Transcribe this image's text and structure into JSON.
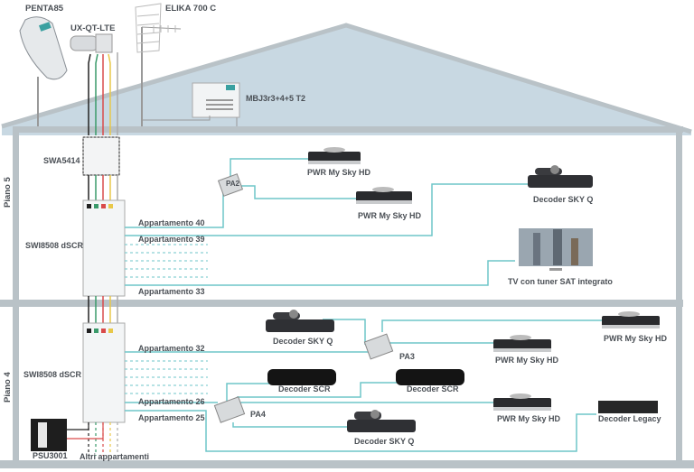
{
  "colors": {
    "roof_fill": "#c8d8e2",
    "wall": "#b9c2c7",
    "cable": "#6ec6c9",
    "coax_black": "#222222",
    "coax_green": "#3a9a6a",
    "coax_red": "#d94a4a",
    "coax_yellow": "#e8c84a",
    "label_text": "#4a4f55"
  },
  "antennas": {
    "dish": "PENTA85",
    "lnb": "UX-QT-LTE",
    "terrestrial": "ELIKA 700 C",
    "amplifier": "MBJ3r3+4+5 T2"
  },
  "floors": {
    "upper": {
      "name": "Piano 5",
      "multiswitch_amp": "SWA5414",
      "multiswitch": "SWI8508 dSCR",
      "outputs": [
        "Appartamento 40",
        "Appartamento 39",
        "Appartamento 33"
      ],
      "splitter": "PA2",
      "devices": [
        "PWR My Sky HD",
        "PWR My Sky HD",
        "Decoder SKY Q",
        "TV con tuner SAT integrato"
      ]
    },
    "lower": {
      "name": "Piano 4",
      "multiswitch": "SWI8508 dSCR",
      "outputs": [
        "Appartamento 32",
        "Appartamento 26",
        "Appartamento 25"
      ],
      "splitters": [
        "PA3",
        "PA4"
      ],
      "devices": [
        "Decoder SKY Q",
        "PWR My Sky HD",
        "PWR My Sky HD",
        "Decoder SCR",
        "Decoder SCR",
        "PWR My Sky HD",
        "Decoder Legacy",
        "Decoder SKY Q"
      ],
      "power_supply": "PSU3001",
      "other": "Altri appartamenti"
    }
  }
}
